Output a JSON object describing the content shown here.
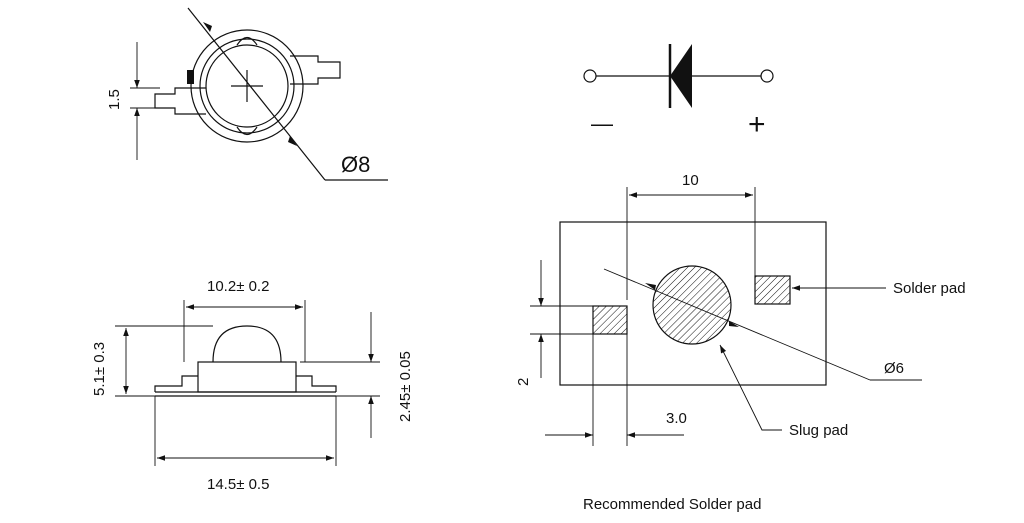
{
  "top_view": {
    "dim_height": "1.5",
    "dim_diameter": "Ø8"
  },
  "side_view": {
    "dim_lens_width": "10.2± 0.2",
    "dim_total_height": "5.1± 0.3",
    "dim_body_height": "2.45± 0.05",
    "dim_total_length": "14.5± 0.5"
  },
  "symbol": {
    "minus": "—",
    "plus": "+"
  },
  "solder_pad": {
    "dim_pad_spacing": "10",
    "dim_pad_height": "2",
    "dim_pad_offset": "3.0",
    "dim_slug_diameter": "Ø6",
    "label_solder_pad": "Solder pad",
    "label_slug_pad": "Slug pad",
    "caption": "Recommended Solder pad"
  },
  "colors": {
    "line": "#111111",
    "background": "#ffffff"
  }
}
